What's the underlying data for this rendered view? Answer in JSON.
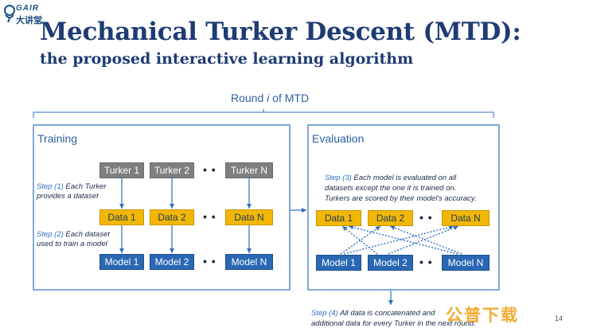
{
  "logo": {
    "text_top": "GAIR",
    "text_bottom": "大讲堂"
  },
  "title": "Mechanical Turker Descent (MTD):",
  "subtitle": "the proposed interactive learning algorithm",
  "round": {
    "prefix": "Round ",
    "var": "i",
    "suffix": " of MTD"
  },
  "training": {
    "title": "Training",
    "turkers": [
      "Turker 1",
      "Turker 2",
      "Turker N"
    ],
    "data": [
      "Data 1",
      "Data 2",
      "Data N"
    ],
    "models": [
      "Model 1",
      "Model 2",
      "Model N"
    ],
    "dots": "• •",
    "step1": {
      "label": "Step (1)",
      "text1": " Each Turker",
      "text2": "provides a dataset"
    },
    "step2": {
      "label": "Step (2)",
      "text1": " Each dataset",
      "text2": "used to train a model"
    }
  },
  "evaluation": {
    "title": "Evaluation",
    "data": [
      "Data 1",
      "Data 2",
      "Data N"
    ],
    "models": [
      "Model 1",
      "Model 2",
      "Model N"
    ],
    "dots": "• •",
    "step3": {
      "label": "Step (3)",
      "line1": " Each model is evaluated on all",
      "line2": "datasets except the one it is trained on.",
      "line3": "Turkers are scored by their model's accuracy."
    }
  },
  "step4": {
    "label": "Step (4)",
    "line1": " All data is concatenated and ",
    "line2": "additional data for every Turker in the next round."
  },
  "page_number": "14",
  "watermark": "公普下载",
  "colors": {
    "title": "#1f3b73",
    "frame": "#2e6fc0",
    "turker": "#7f7f7f",
    "data": "#f2b705",
    "model": "#2a68b3"
  }
}
